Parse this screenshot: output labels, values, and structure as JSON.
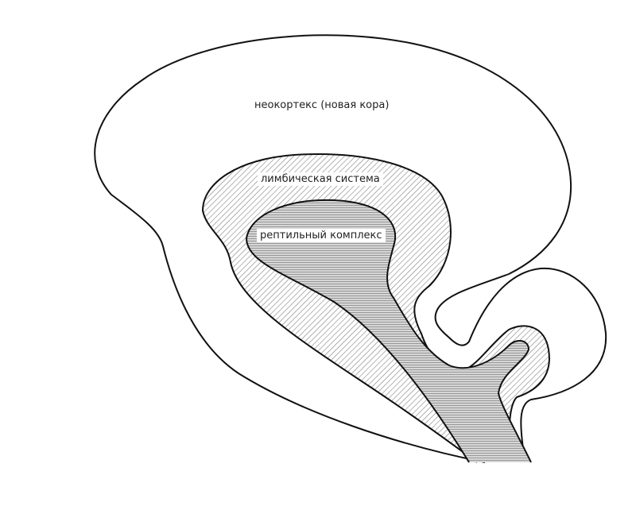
{
  "labels": {
    "neocortex": "неокортекс (новая кора)",
    "limbic": "лимбическая система",
    "reptilian": "рептильный комплекс"
  },
  "colors": {
    "line": "#111111",
    "hatch": "#666666",
    "reptile_fill": "#d0d0d0"
  }
}
